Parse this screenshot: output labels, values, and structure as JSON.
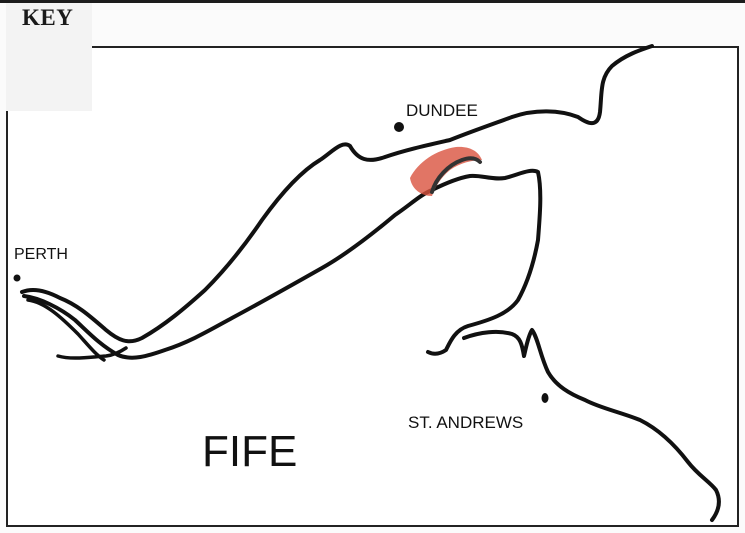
{
  "key": {
    "title": "KEY"
  },
  "places": {
    "dundee": "DUNDEE",
    "perth": "PERTH",
    "st_andrews": "ST. ANDREWS",
    "fife": "FIFE"
  },
  "colors": {
    "coastline": "#111111",
    "highlight": "#d9533f"
  }
}
